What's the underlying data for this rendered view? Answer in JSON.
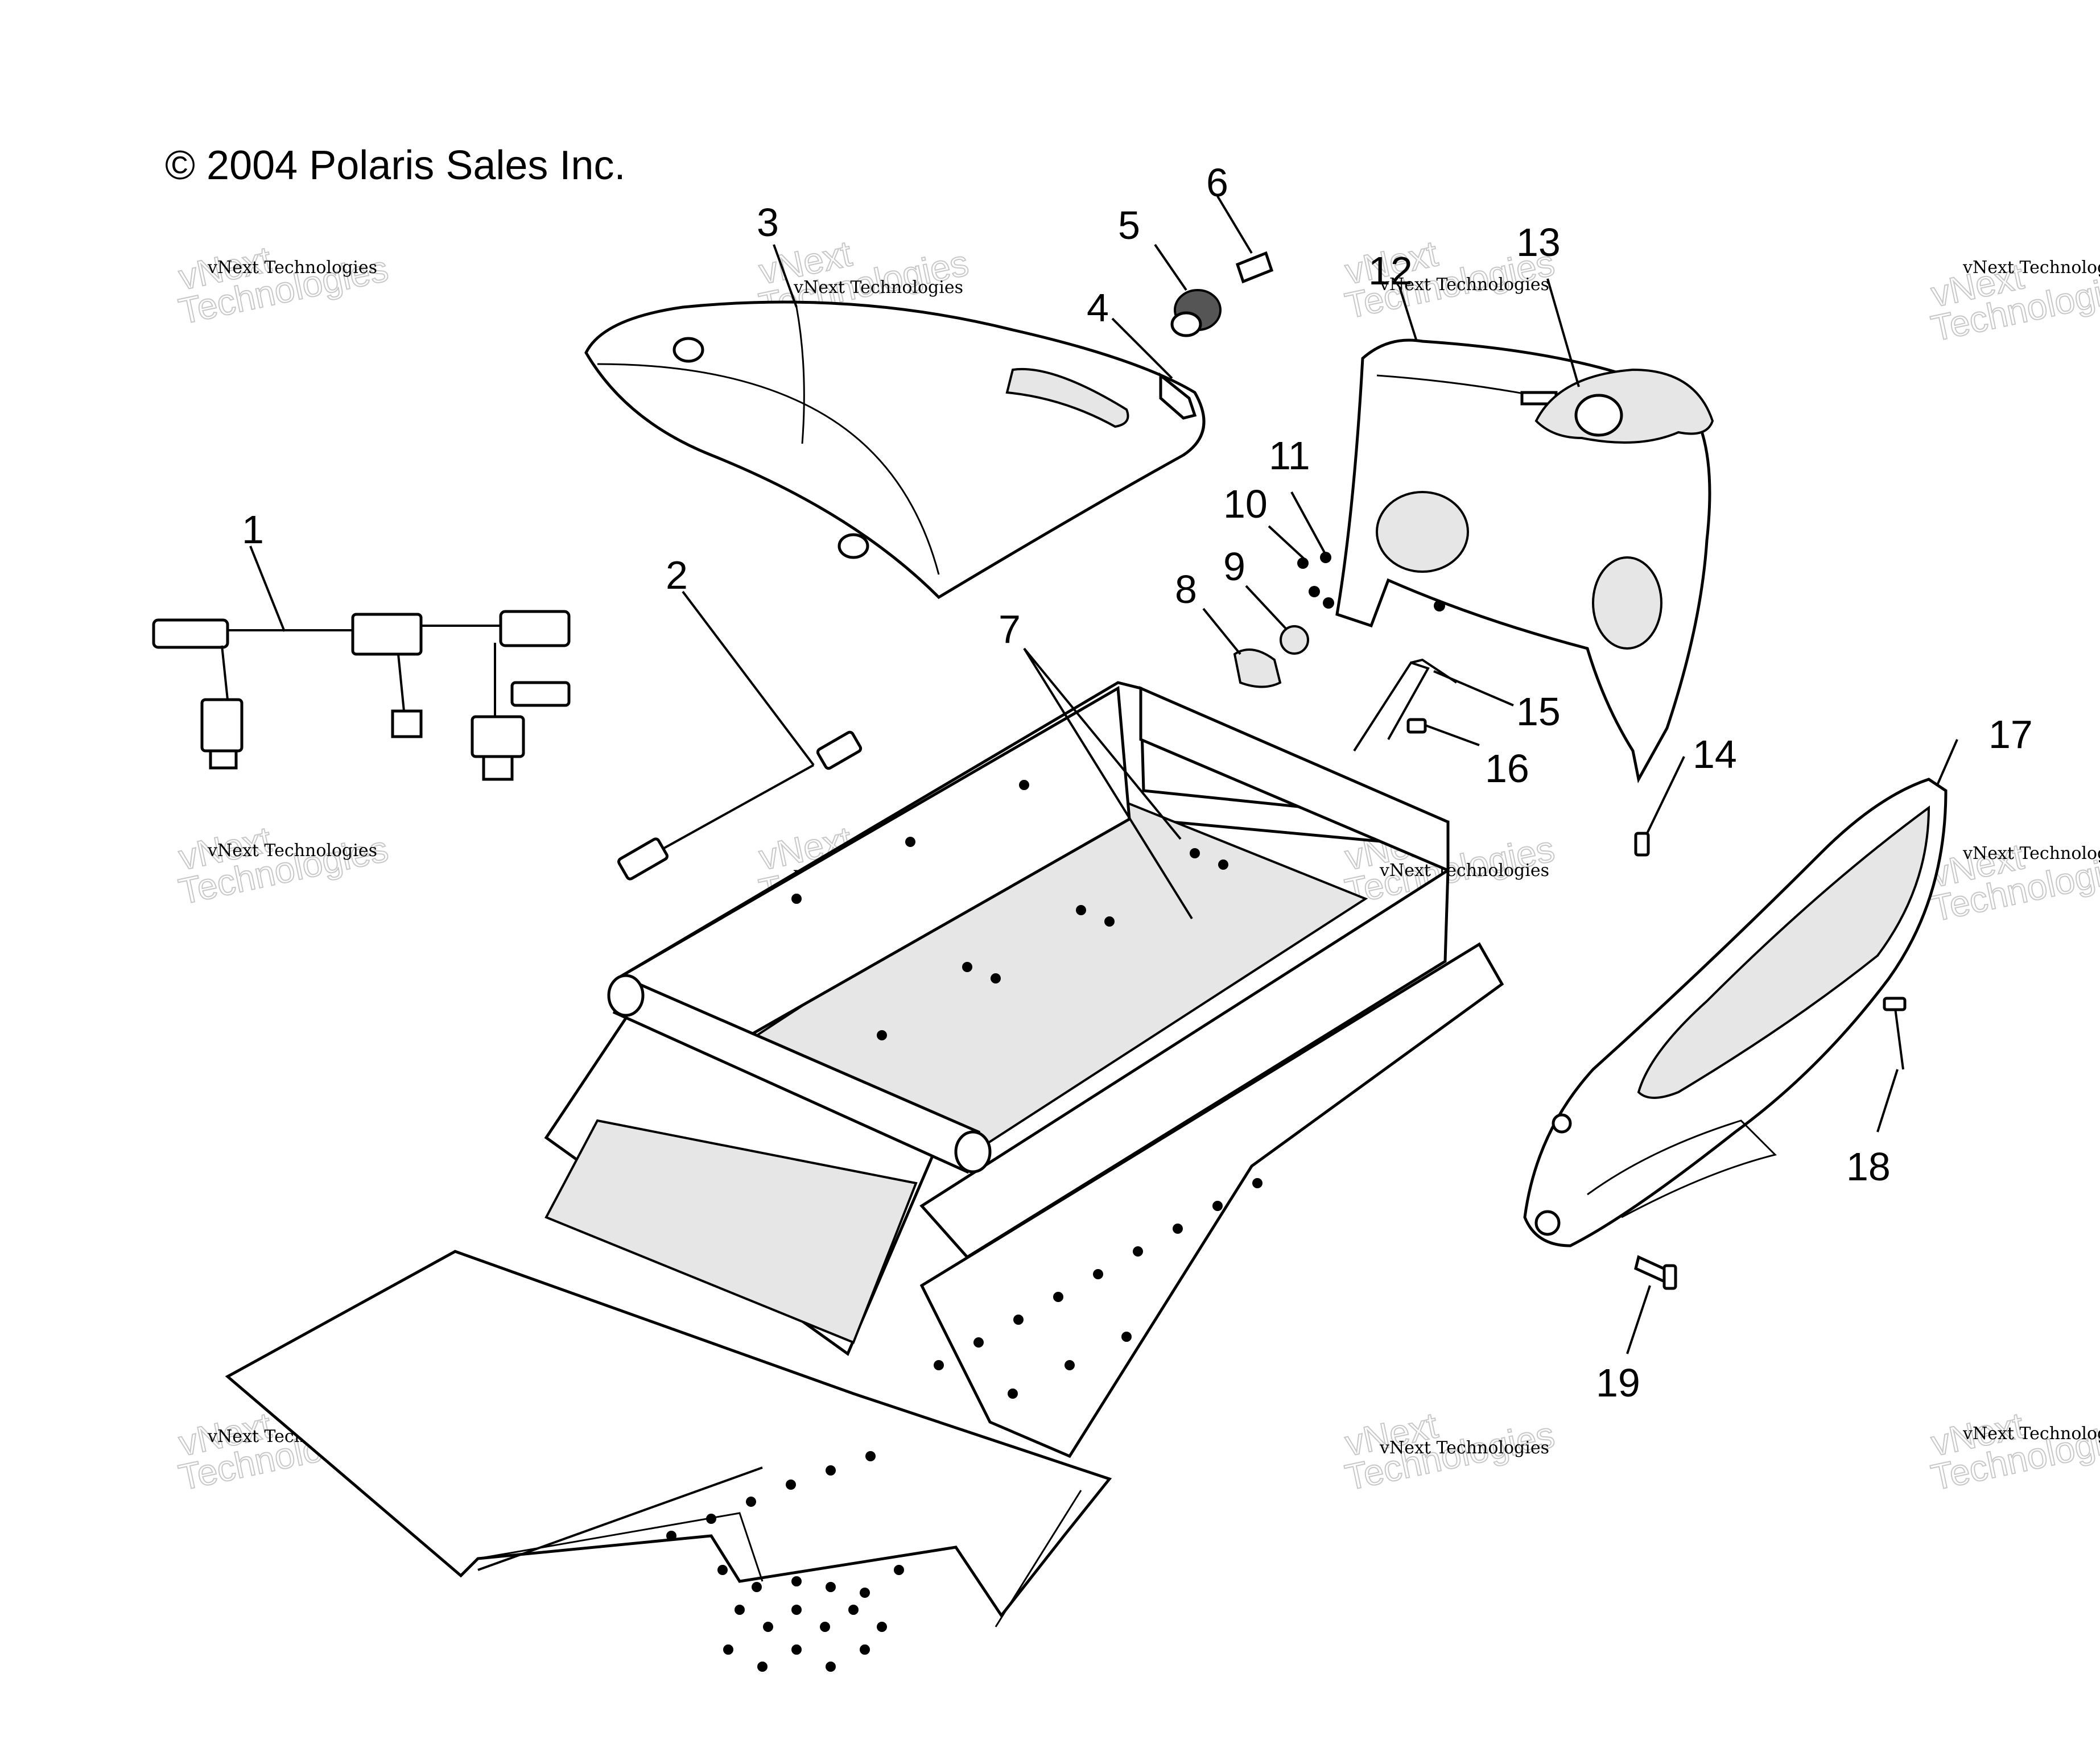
{
  "copyright": "© 2004 Polaris Sales Inc.",
  "watermark": {
    "line1": "vNext Technologies",
    "line2a": "vNext",
    "line2b": "Technologies"
  },
  "callouts": {
    "c1": "1",
    "c2": "2",
    "c3": "3",
    "c4": "4",
    "c5": "5",
    "c6": "6",
    "c7": "7",
    "c8": "8",
    "c9": "9",
    "c10": "10",
    "c11": "11",
    "c12": "12",
    "c13": "13",
    "c14": "14",
    "c15": "15",
    "c16": "16",
    "c17": "17",
    "c18": "18",
    "c19": "19"
  }
}
